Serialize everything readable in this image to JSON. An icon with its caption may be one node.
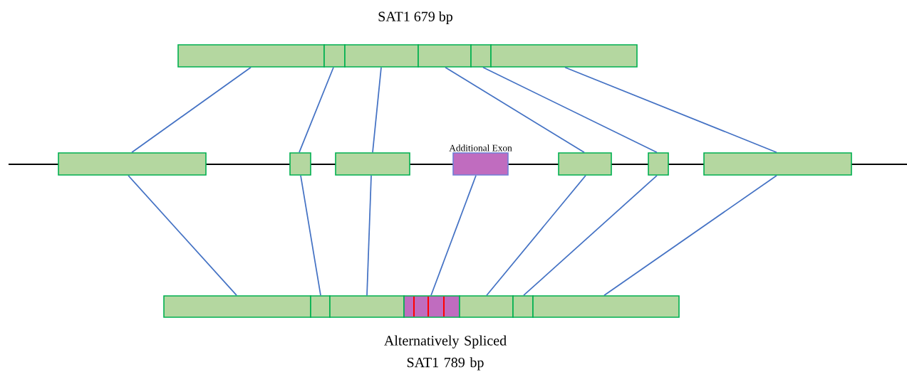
{
  "diagram": {
    "nodes": [
      {
        "text": [],
        "shape": "box"
      },
      {
        "text": [],
        "shape": "box"
      },
      {
        "text": [],
        "shape": "box"
      },
      {
        "text": [],
        "shape": "box"
      },
      {
        "text": [],
        "shape": "box"
      },
      {
        "text": [],
        "shape": "box"
      },
      {
        "text": [],
        "shape": "box"
      },
      {
        "text": [],
        "shape": "box"
      },
      {
        "text": [],
        "shape": "box"
      },
      {
        "text": [
          "Additional Exon"
        ]
      },
      {
        "text": [],
        "shape": "box"
      },
      {
        "text": [],
        "shape": "box"
      },
      {
        "text": [],
        "shape": "box"
      },
      {
        "text": [],
        "shape": "box"
      },
      {
        "text": [],
        "shape": "box"
      },
      {
        "text": [],
        "shape": "box"
      },
      {
        "text": [],
        "shape": "box"
      },
      {
        "text": [],
        "shape": "box"
      },
      {
        "text": [],
        "shape": "box"
      },
      {
        "text": [],
        "shape": "box"
      }
    ],
    "edges": [
      {
        "from": 0,
        "to": 6,
        "arrow": "none"
      },
      {
        "from": 1,
        "to": 7,
        "arrow": "none"
      },
      {
        "from": 2,
        "to": 8,
        "arrow": "none"
      },
      {
        "from": 3,
        "to": 10,
        "arrow": "none"
      },
      {
        "from": 4,
        "to": 11,
        "arrow": "none"
      },
      {
        "from": 5,
        "to": 12,
        "arrow": "none"
      },
      {
        "from": 6,
        "to": 13,
        "arrow": "none"
      },
      {
        "from": 7,
        "to": 14,
        "arrow": "none"
      },
      {
        "from": 8,
        "to": 15,
        "arrow": "none"
      },
      {
        "from": 9,
        "to": 16,
        "arrow": "none"
      },
      {
        "from": 10,
        "to": 17,
        "arrow": "none"
      },
      {
        "from": 11,
        "to": 18,
        "arrow": "none"
      },
      {
        "from": 12,
        "to": 19,
        "arrow": "none"
      }
    ],
    "labels": [
      "SAT1 679 bp",
      "Alternatively Spliced SAT1 789 bp"
    ]
  }
}
